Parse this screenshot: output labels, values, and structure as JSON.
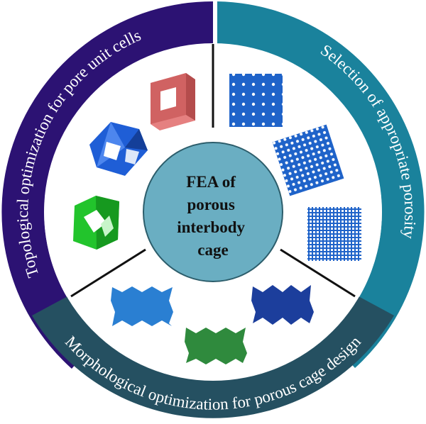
{
  "diagram": {
    "center": {
      "lines": [
        "FEA of",
        "porous",
        "interbody",
        "cage"
      ],
      "color": "#6aaec2"
    },
    "segments": [
      {
        "id": "topological",
        "label": "Topological optimization for pore unit cells",
        "color": "#2c1273"
      },
      {
        "id": "porosity",
        "label": "Selection of appropriate porosity",
        "color": "#1a829c"
      },
      {
        "id": "morphological",
        "label": "Morphological optimization for porous cage design",
        "color": "#255061"
      }
    ],
    "illustrations": {
      "unit_cells": [
        {
          "name": "cubic-cell",
          "color": "#e07070"
        },
        {
          "name": "octahedral-cell",
          "color": "#1f5ed6"
        },
        {
          "name": "gyroid-cell",
          "color": "#1fbf2a"
        }
      ],
      "porosity_panels": [
        {
          "name": "low-porosity-panel",
          "color": "#1f63c9"
        },
        {
          "name": "medium-porosity-panel",
          "color": "#1f63c9"
        },
        {
          "name": "high-porosity-panel",
          "color": "#1f63c9"
        }
      ],
      "cage_shapes": [
        {
          "name": "cage-shape-light-blue",
          "color": "#2a7fd2"
        },
        {
          "name": "cage-shape-green",
          "color": "#2f8a3d"
        },
        {
          "name": "cage-shape-dark-blue",
          "color": "#1c3e9c"
        }
      ]
    }
  }
}
